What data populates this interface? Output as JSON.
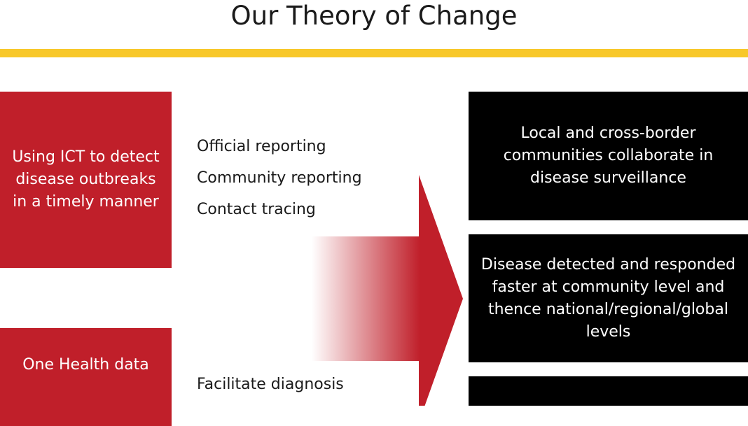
{
  "title": "Our Theory of Change",
  "colors": {
    "accent_yellow": "#f8c82a",
    "red": "#c01f2a",
    "black": "#000000"
  },
  "inputs": [
    {
      "label": "Using ICT to detect disease outbreaks in a timely manner"
    },
    {
      "label": "One Health data"
    }
  ],
  "activities_group1": [
    "Official reporting",
    "Community reporting",
    "Contact tracing"
  ],
  "activities_group2": [
    "Facilitate diagnosis"
  ],
  "outcomes": [
    {
      "label": "Local and cross-border communities collaborate in disease surveillance"
    },
    {
      "label": "Disease detected and responded faster at community level and thence national/regional/global levels"
    },
    {
      "label": ""
    }
  ]
}
